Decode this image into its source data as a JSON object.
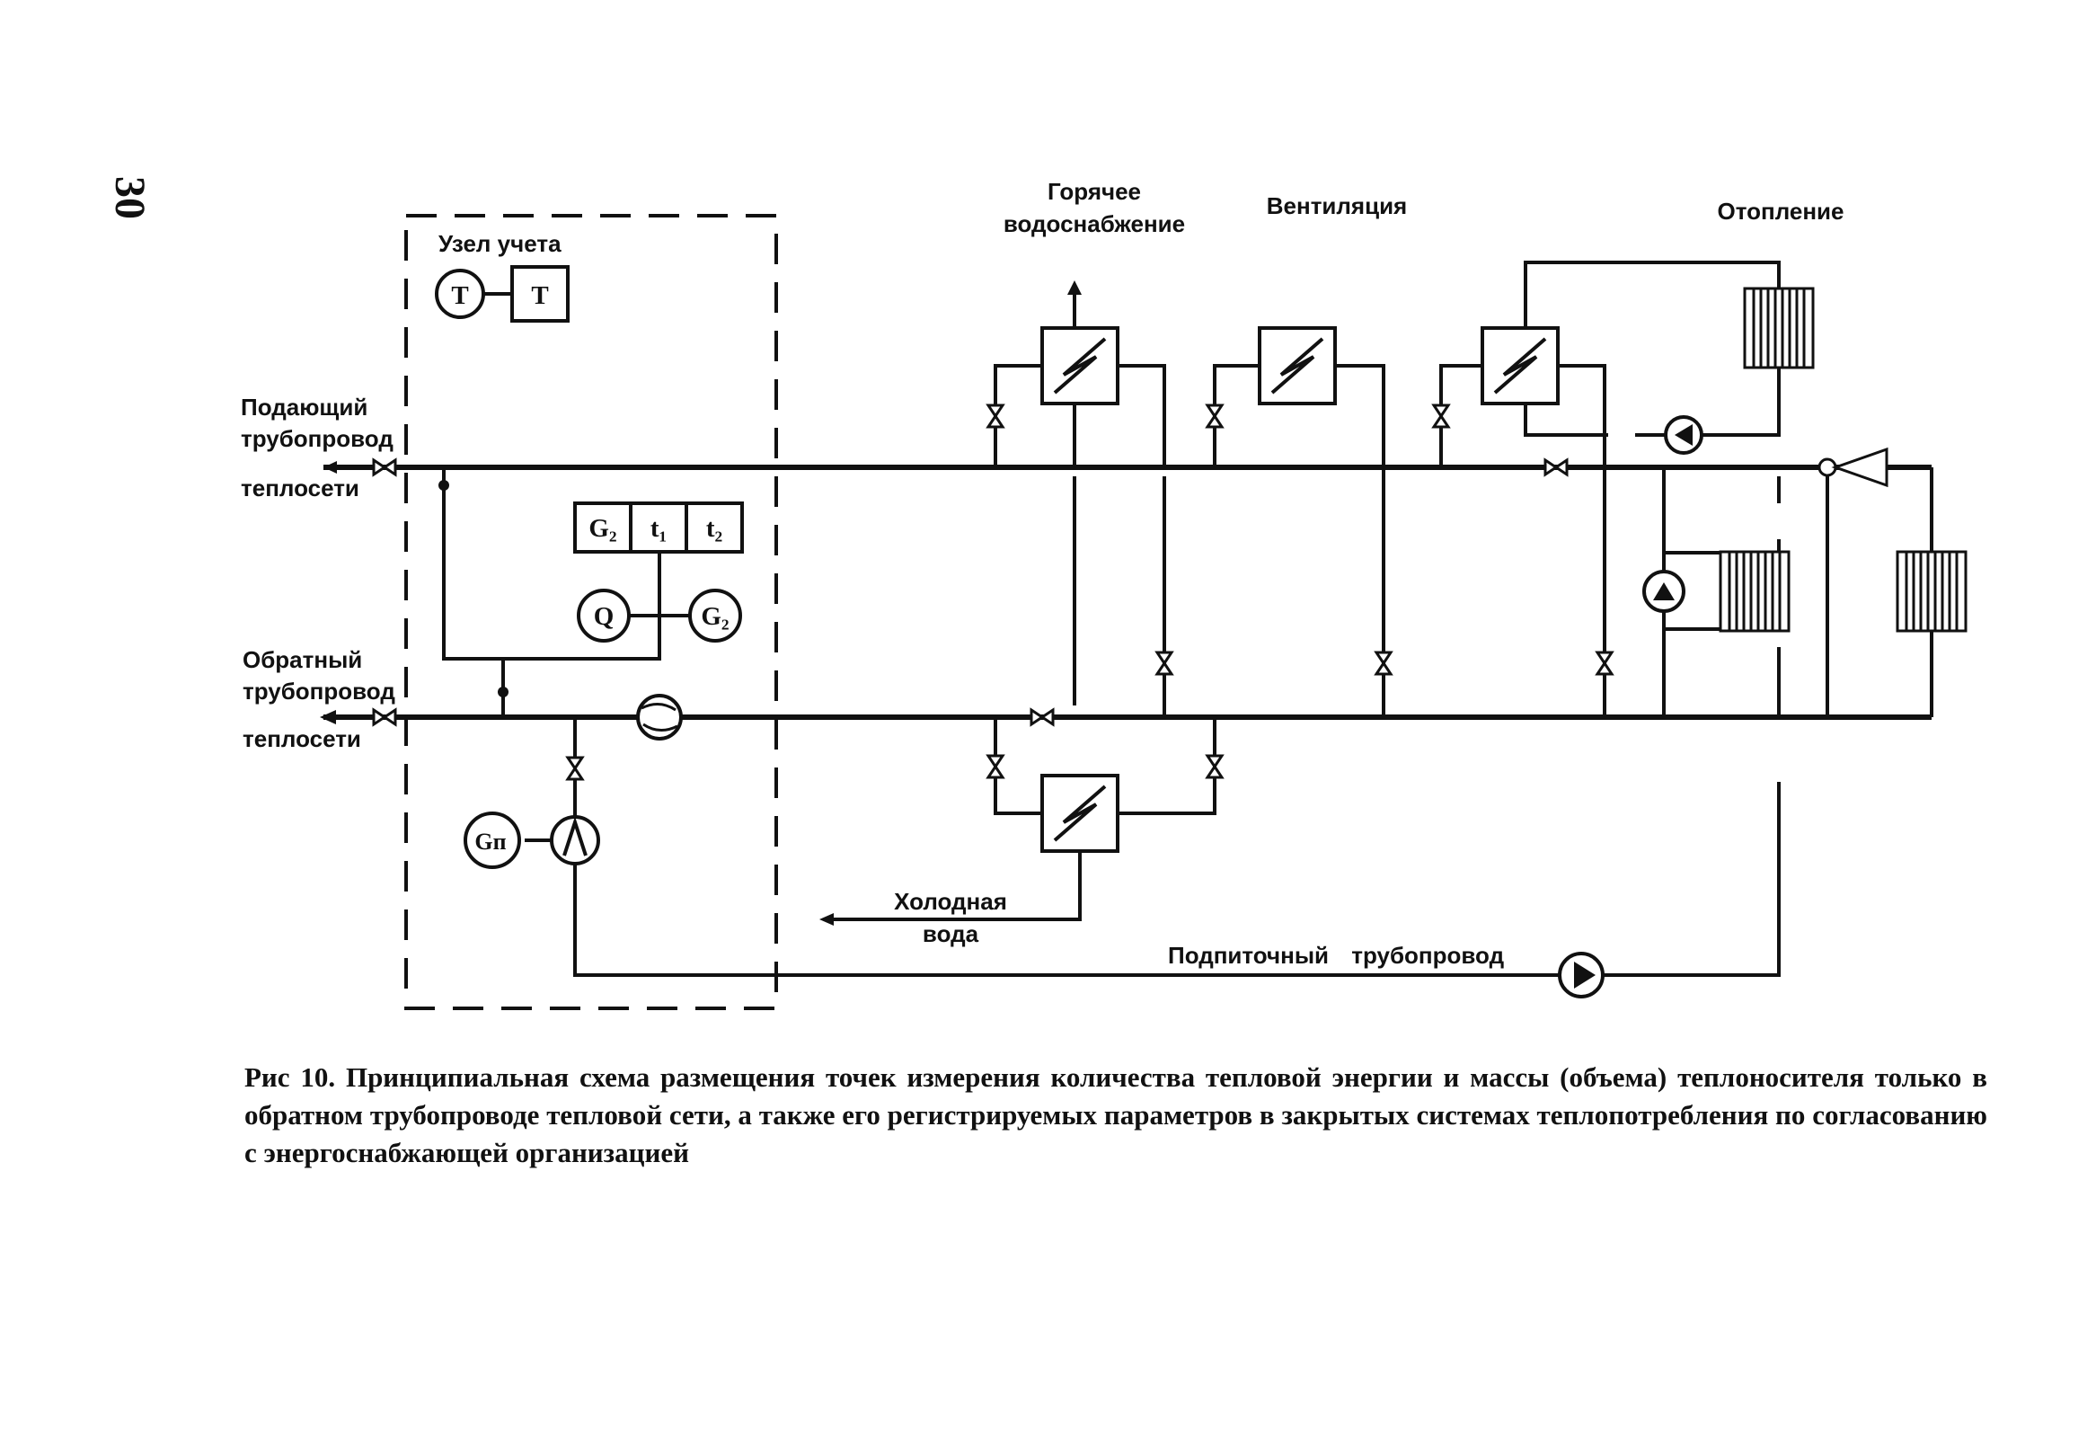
{
  "page_number": "30",
  "labels": {
    "metering_unit": "Узел учета",
    "supply_line": [
      "Подающий",
      "трубопровод",
      "теплосети"
    ],
    "return_line": [
      "Обратный",
      "трубопровод",
      "теплосети"
    ],
    "hot_water": [
      "Горячее",
      "водоснабжение"
    ],
    "ventilation": "Вентиляция",
    "heating": "Отопление",
    "cold_water": [
      "Холодная",
      "вода"
    ],
    "makeup_pipeline": "Подпиточный трубопровод"
  },
  "instruments": {
    "t_circle": "T",
    "t_box": "T",
    "g2_box": "G₂",
    "t1_box": "t₁",
    "t2_box": "t₂",
    "q_circle": "Q",
    "g2_circle": "G₂",
    "gp_circle": "Gп"
  },
  "caption": "Рис 10. Принципиальная схема размещения точек измерения количества тепловой энергии и массы (объема) теплоносителя только в обратном трубопроводе тепловой сети, а также его регистрируемых параметров в закрытых системах теплопотребления по согласованию с энергоснабжающей организацией"
}
